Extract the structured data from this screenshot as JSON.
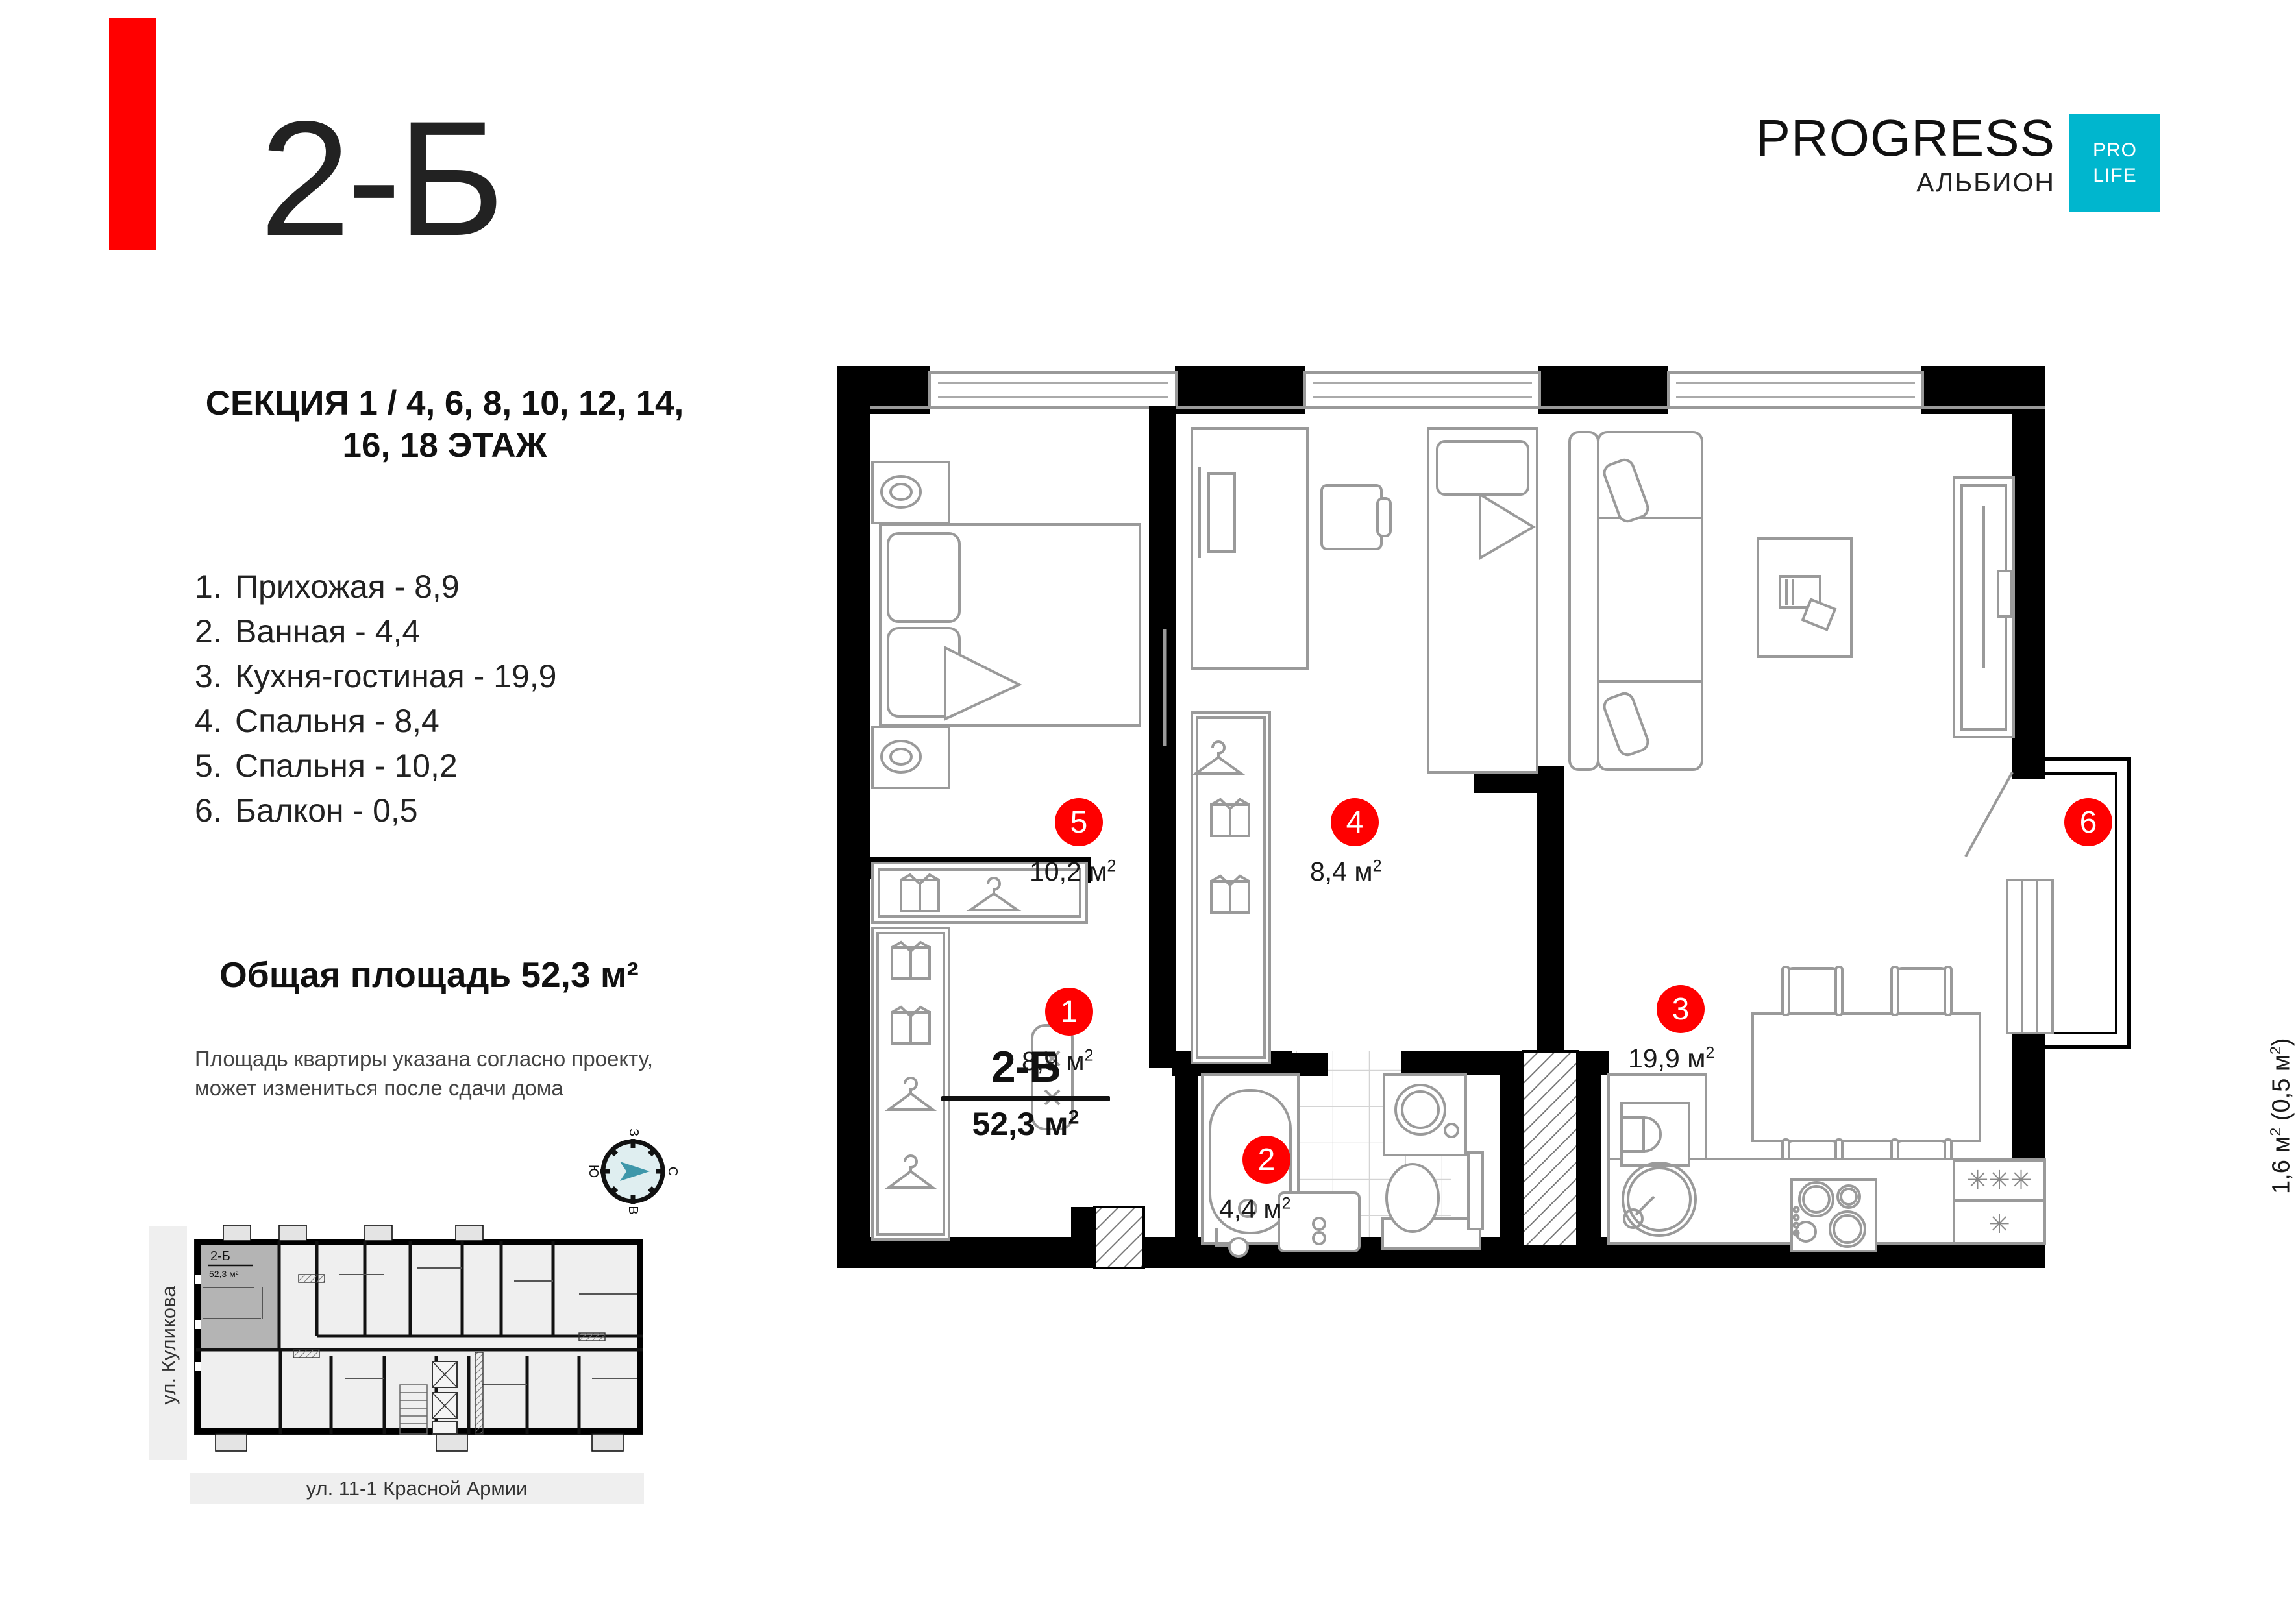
{
  "brand": {
    "name": "PROGRESS",
    "complex": "АЛЬБИОН",
    "badge_line1": "PRO",
    "badge_line2": "LIFE",
    "badge_color": "#00b6ce",
    "accent_color": "#ff0000"
  },
  "plan": {
    "code": "2-Б",
    "section_info": "СЕКЦИЯ 1 / 4, 6, 8, 10, 12, 14, 16, 18 ЭТАЖ",
    "total_area_label": "Общая площадь 52,3 м²",
    "disclaimer": "Площадь квартиры указана согласно проекту, может измениться после сдачи дома",
    "center_code": "2-Б",
    "center_area": "52,3 м",
    "center_area_sup": "2"
  },
  "rooms": [
    {
      "num": "1.",
      "label": "Прихожая - 8,9",
      "marker": "1",
      "area": "8,9 м",
      "sup": "2"
    },
    {
      "num": "2.",
      "label": "Ванная - 4,4",
      "marker": "2",
      "area": "4,4 м",
      "sup": "2"
    },
    {
      "num": "3.",
      "label": "Кухня-гостиная - 19,9",
      "marker": "3",
      "area": "19,9 м",
      "sup": "2"
    },
    {
      "num": "4.",
      "label": "Спальня - 8,4",
      "marker": "4",
      "area": "8,4 м",
      "sup": "2"
    },
    {
      "num": "5.",
      "label": "Спальня - 10,2",
      "marker": "5",
      "area": "10,2 м",
      "sup": "2"
    },
    {
      "num": "6.",
      "label": "Балкон - 0,5",
      "marker": "6",
      "area": "1,6 м",
      "sup": "2"
    }
  ],
  "balcony": {
    "marker": "6",
    "label_main": "1,6 м",
    "label_sup": "2",
    "label_tail": " (0,5 м",
    "label_sup2": "2",
    "label_close": ")"
  },
  "compass": {
    "north": "С",
    "south": "Ю",
    "east": "В",
    "west": "З"
  },
  "keyplan": {
    "unit_code": "2-Б",
    "unit_area": "52,3 м²",
    "street_left": "ул. Куликова",
    "street_bottom": "ул. 11-1 Красной Армии"
  }
}
